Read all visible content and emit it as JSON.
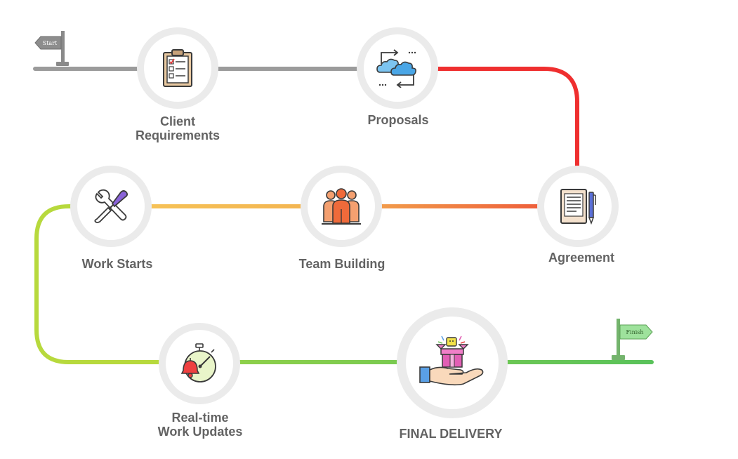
{
  "start_sign": {
    "text": "Start"
  },
  "finish_sign": {
    "text": "Finish"
  },
  "steps": [
    {
      "id": "client-requirements",
      "lines": [
        "Client",
        "Requirements"
      ],
      "icon": "clipboard-checklist-icon"
    },
    {
      "id": "proposals",
      "lines": [
        "Proposals"
      ],
      "icon": "cloud-exchange-icon"
    },
    {
      "id": "agreement",
      "lines": [
        "Agreement"
      ],
      "icon": "contract-document-icon"
    },
    {
      "id": "team-building",
      "lines": [
        "Team Building"
      ],
      "icon": "team-people-icon"
    },
    {
      "id": "work-starts",
      "lines": [
        "Work Starts"
      ],
      "icon": "wrench-screwdriver-icon"
    },
    {
      "id": "realtime-updates",
      "lines": [
        "Real-time",
        "Work Updates"
      ],
      "icon": "stopwatch-bell-icon"
    },
    {
      "id": "final-delivery",
      "lines": [
        "FINAL DELIVERY"
      ],
      "icon": "hand-gift-box-icon"
    }
  ],
  "colors": {
    "gray_path": "#9b9b9b",
    "red_path": "#ef2f2f",
    "orange_path": "#ef6a3a",
    "yellow_path": "#f4bd54",
    "lime_path": "#b7d93d",
    "green_path": "#5ec45b",
    "label": "#636363",
    "node_ring": "#ebebeb"
  }
}
